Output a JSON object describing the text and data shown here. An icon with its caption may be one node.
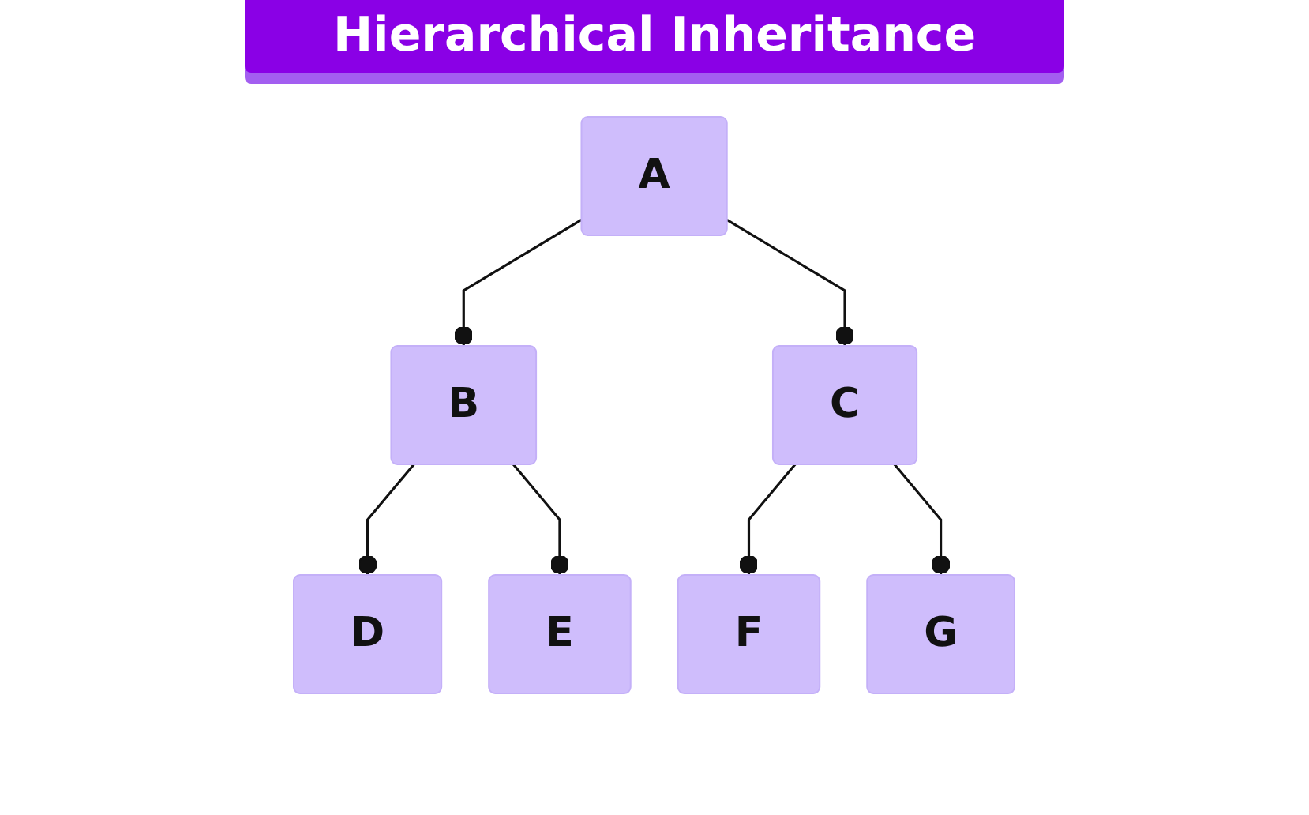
{
  "diagram": {
    "title": "Hierarchical Inheritance",
    "nodes": [
      {
        "text": [
          "A"
        ]
      },
      {
        "text": [
          "B"
        ]
      },
      {
        "text": [
          "C"
        ]
      },
      {
        "text": [
          "D"
        ]
      },
      {
        "text": [
          "E"
        ]
      },
      {
        "text": [
          "F"
        ]
      },
      {
        "text": [
          "G"
        ]
      }
    ],
    "edges": [
      {
        "from": 0,
        "to": 1,
        "arrow": "other"
      },
      {
        "from": 0,
        "to": 2,
        "arrow": "other"
      },
      {
        "from": 1,
        "to": 3,
        "arrow": "other"
      },
      {
        "from": 1,
        "to": 4,
        "arrow": "other"
      },
      {
        "from": 2,
        "to": 5,
        "arrow": "other"
      },
      {
        "from": 2,
        "to": 6,
        "arrow": "other"
      }
    ]
  }
}
